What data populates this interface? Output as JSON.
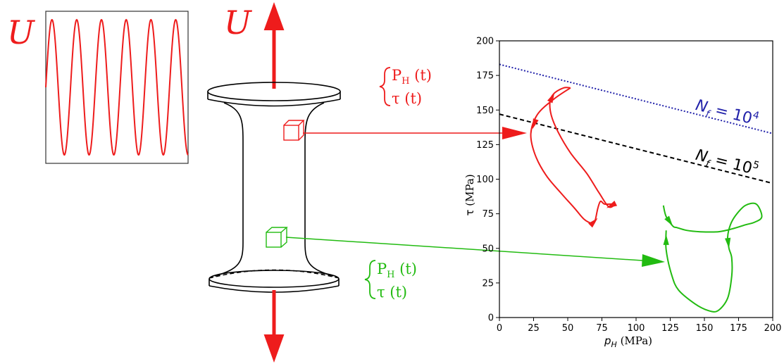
{
  "colors": {
    "red": "#ee1c1c",
    "green": "#22bb11",
    "blue": "#2222aa",
    "black": "#000000"
  },
  "labels": {
    "u_left": "U",
    "u_top": "U",
    "red_brace_p": "P",
    "red_brace_p_sub": "H",
    "red_brace_p_t": " (t)",
    "red_brace_tau": "τ (t)",
    "green_brace_p": "P",
    "green_brace_p_sub": "H",
    "green_brace_p_t": " (t)",
    "green_brace_tau": "τ (t)"
  },
  "signal": {
    "cycles": 5.75,
    "amplitude": 1.0
  },
  "chart_data": {
    "type": "line",
    "xlabel_main": "p",
    "xlabel_sub": "H",
    "xlabel_unit": " (MPa)",
    "ylabel_main": "τ",
    "ylabel_unit": " (MPa)",
    "xlim": [
      0,
      200
    ],
    "ylim": [
      0,
      200
    ],
    "xticks": [
      0,
      25,
      50,
      75,
      100,
      125,
      150,
      175,
      200
    ],
    "yticks": [
      0,
      25,
      50,
      75,
      100,
      125,
      150,
      175,
      200
    ],
    "lines": [
      {
        "label_main": "N",
        "label_sub": "f",
        "label_eq": " = 10",
        "label_exp": "4",
        "style": "dotted",
        "color": "#2222aa",
        "x": [
          0,
          200
        ],
        "y": [
          183,
          133
        ]
      },
      {
        "label_main": "N",
        "label_sub": "f",
        "label_eq": " = 10",
        "label_exp": "5",
        "style": "dashed",
        "color": "#000000",
        "x": [
          0,
          200
        ],
        "y": [
          147,
          97
        ]
      }
    ],
    "paths": [
      {
        "color": "#ee1c1c",
        "x": [
          52,
          40,
          28,
          23,
          26,
          34,
          45,
          55,
          62,
          68,
          70,
          72,
          74,
          77,
          84,
          80,
          73,
          64,
          52,
          43,
          38,
          37,
          40,
          47,
          52
        ],
        "y": [
          166,
          158,
          147,
          133,
          118,
          103,
          90,
          79,
          71,
          68,
          70,
          79,
          84,
          82,
          82,
          80,
          90,
          104,
          119,
          134,
          146,
          156,
          162,
          166,
          166
        ]
      },
      {
        "color": "#22bb11",
        "x": [
          120,
          122,
          127,
          130,
          137,
          147,
          160,
          170,
          180,
          187,
          192,
          188,
          180,
          173,
          169,
          167,
          168,
          170,
          170,
          167,
          160,
          153,
          143,
          131,
          126,
          122,
          122
        ],
        "y": [
          81,
          73,
          66,
          65,
          63,
          62,
          62,
          64,
          67,
          69,
          73,
          82,
          81,
          74,
          67,
          58,
          50,
          43,
          30,
          14,
          5,
          5,
          10,
          20,
          31,
          49,
          63
        ]
      }
    ]
  }
}
